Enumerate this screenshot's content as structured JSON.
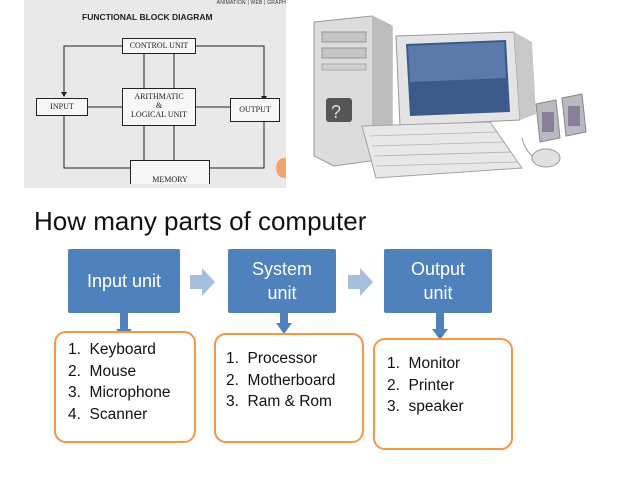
{
  "block_diagram": {
    "top_strip": "ANIMATION | WEB | GRAPH",
    "heading": "FUNCTIONAL BLOCK DIAGRAM",
    "blocks": {
      "control": "CONTROL UNIT",
      "alu_line1": "ARITHMATIC",
      "alu_line2": "&",
      "alu_line3": "LOGICAL UNIT",
      "input": "INPUT",
      "output": "OUTPUT",
      "memory": "MEMORY"
    }
  },
  "title": "How many parts of computer",
  "units": [
    {
      "label_line1": "Input unit",
      "label_line2": ""
    },
    {
      "label_line1": "System",
      "label_line2": "unit"
    },
    {
      "label_line1": "Output",
      "label_line2": "unit"
    }
  ],
  "lists": [
    {
      "items": [
        "1.  Keyboard",
        "2.  Mouse",
        "3.  Microphone",
        "4.  Scanner"
      ]
    },
    {
      "items": [
        "1.  Processor",
        "2.  Motherboard",
        "3.  Ram & Rom"
      ]
    },
    {
      "items": [
        "1.  Monitor",
        "2.  Printer",
        "3.  speaker"
      ]
    }
  ],
  "colors": {
    "unit_fill": "#4f81bd",
    "box_border": "#f79646",
    "chevron": "#a7bfde"
  }
}
